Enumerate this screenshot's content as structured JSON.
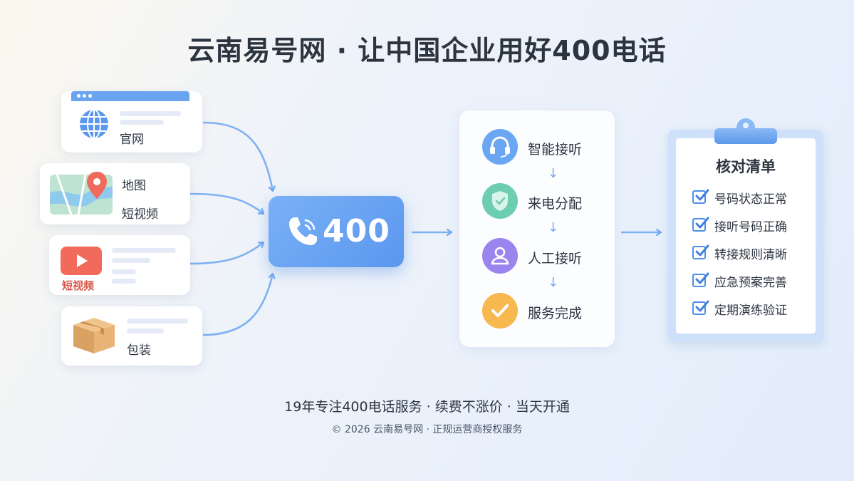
{
  "title": "云南易号网 · 让中国企业用好400电话",
  "sources": [
    {
      "label": "官网",
      "icon": "globe-icon"
    },
    {
      "label_line1": "地图",
      "label_line2": "短视频",
      "icon": "map-pin-icon"
    },
    {
      "label": "短视频",
      "icon": "video-play-icon"
    },
    {
      "label": "包装",
      "icon": "box-icon"
    }
  ],
  "hub": {
    "number": "400",
    "icon": "phone-icon"
  },
  "flow_steps": [
    {
      "label": "智能接听",
      "icon": "headset-icon",
      "color": "#5b9bec"
    },
    {
      "label": "来电分配",
      "icon": "shield-icon",
      "color": "#5ec6a6"
    },
    {
      "label": "人工接听",
      "icon": "person-icon",
      "color": "#8f79e8"
    },
    {
      "label": "服务完成",
      "icon": "check-circle-icon",
      "color": "#f6b24a"
    }
  ],
  "checklist": {
    "title": "核对清单",
    "items": [
      "号码状态正常",
      "接听号码正确",
      "转接规则清晰",
      "应急预案完善",
      "定期演练验证"
    ]
  },
  "footer": {
    "tagline": "19年专注400电话服务 · 续费不涨价 · 当天开通",
    "copyright": "© 2026 云南易号网 · 正规运营商授权服务"
  }
}
